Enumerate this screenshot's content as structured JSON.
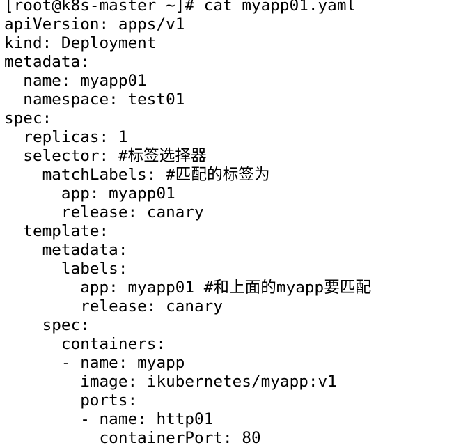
{
  "terminal": {
    "lines": [
      "[root@k8s-master ~]# cat myapp01.yaml",
      "apiVersion: apps/v1",
      "kind: Deployment",
      "metadata:",
      "  name: myapp01",
      "  namespace: test01",
      "spec:",
      "  replicas: 1",
      "  selector: #标签选择器",
      "    matchLabels: #匹配的标签为",
      "      app: myapp01",
      "      release: canary",
      "  template:",
      "    metadata:",
      "      labels:",
      "        app: myapp01 #和上面的myapp要匹配",
      "        release: canary",
      "    spec:",
      "      containers:",
      "      - name: myapp",
      "        image: ikubernetes/myapp:v1",
      "        ports:",
      "        - name: http01",
      "          containerPort: 80"
    ]
  }
}
